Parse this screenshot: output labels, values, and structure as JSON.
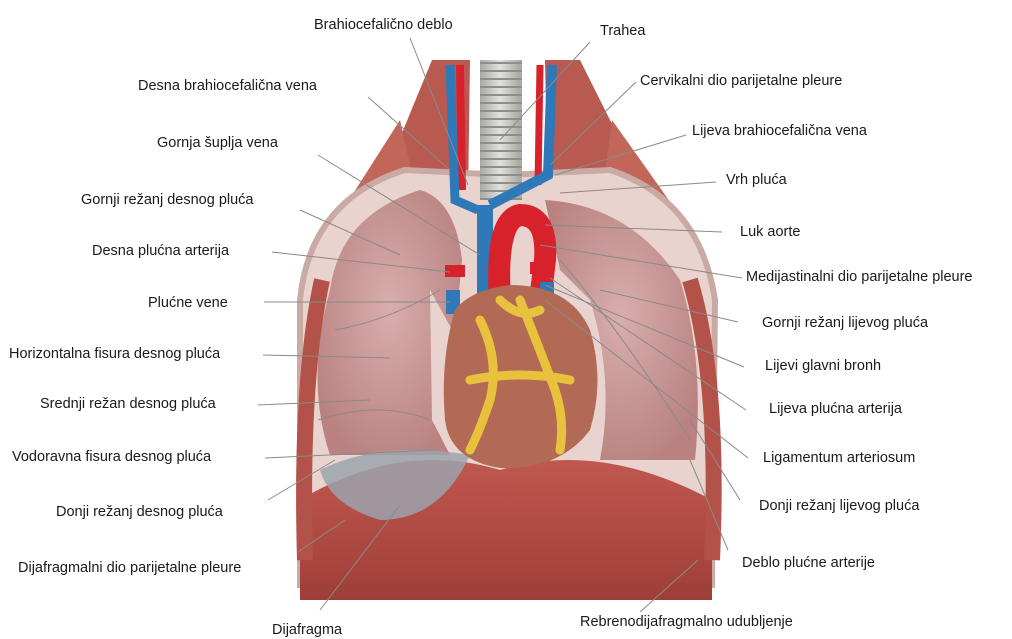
{
  "labels": {
    "brahiocefalicno_deblo": "Brahiocefalično deblo",
    "trahea": "Trahea",
    "desna_brahiocefalicna_vena": "Desna brahiocefalična vena",
    "cervikalni_dio": "Cervikalni dio parijetalne pleure",
    "gornja_suplja_vena": "Gornja šuplja vena",
    "lijeva_brahiocefalicna_vena": "Lijeva brahiocefalična vena",
    "vrh_pluca": "Vrh pluća",
    "gornji_rezanj_desnog": "Gornji režanj desnog pluća",
    "luk_aorte": "Luk aorte",
    "desna_plucna_arterija": "Desna plućna arterija",
    "medijastinalni_dio": "Medijastinalni dio parijetalne pleure",
    "plucne_vene": "Plućne vene",
    "gornji_rezanj_lijevog": "Gornji režanj lijevog pluća",
    "horizontalna_fisura": "Horizontalna fisura desnog pluća",
    "lijevi_glavni_bronh": "Lijevi glavni bronh",
    "srednji_rezan": "Srednji režan desnog pluća",
    "lijeva_plucna_arterija": "Lijeva plućna arterija",
    "vodoravna_fisura": "Vodoravna fisura desnog pluća",
    "ligamentum_arteriosum": "Ligamentum arteriosum",
    "donji_rezanj_desnog": "Donji režanj desnog pluća",
    "donji_rezanj_lijevog": "Donji režanj lijevog pluća",
    "dijafragmalni_dio": "Dijafragmalni dio parijetalne pleure",
    "deblo_plucne_arterije": "Deblo plućne arterije",
    "rebrenodijafragmalno": "Rebrenodijafragmalno udubljenje",
    "dijafragma": "Dijafragma"
  },
  "colors": {
    "lung": "#c99a98",
    "muscle": "#b4524a",
    "heart": "#b66a56",
    "fat": "#e8c23d",
    "artery": "#d7222b",
    "vein": "#2f79b8",
    "trachea": "#c9c9c5",
    "pleura": "#f2e8e6"
  }
}
